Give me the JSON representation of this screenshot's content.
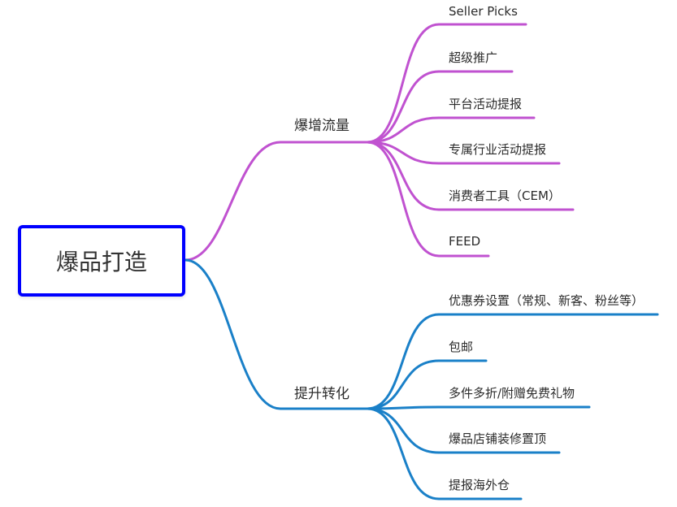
{
  "root": {
    "label": "爆品打造"
  },
  "colors": {
    "root_border": "#0000ff",
    "branch1": "#c052d0",
    "branch2": "#1a80c8"
  },
  "branches": [
    {
      "label": "爆增流量",
      "children": [
        "Seller Picks",
        "超级推广",
        "平台活动提报",
        "专属行业活动提报",
        "消费者工具（CEM）",
        "FEED"
      ]
    },
    {
      "label": "提升转化",
      "children": [
        "优惠券设置（常规、新客、粉丝等）",
        "包邮",
        "多件多折/附赠免费礼物",
        "爆品店铺装修置顶",
        "提报海外仓"
      ]
    }
  ]
}
